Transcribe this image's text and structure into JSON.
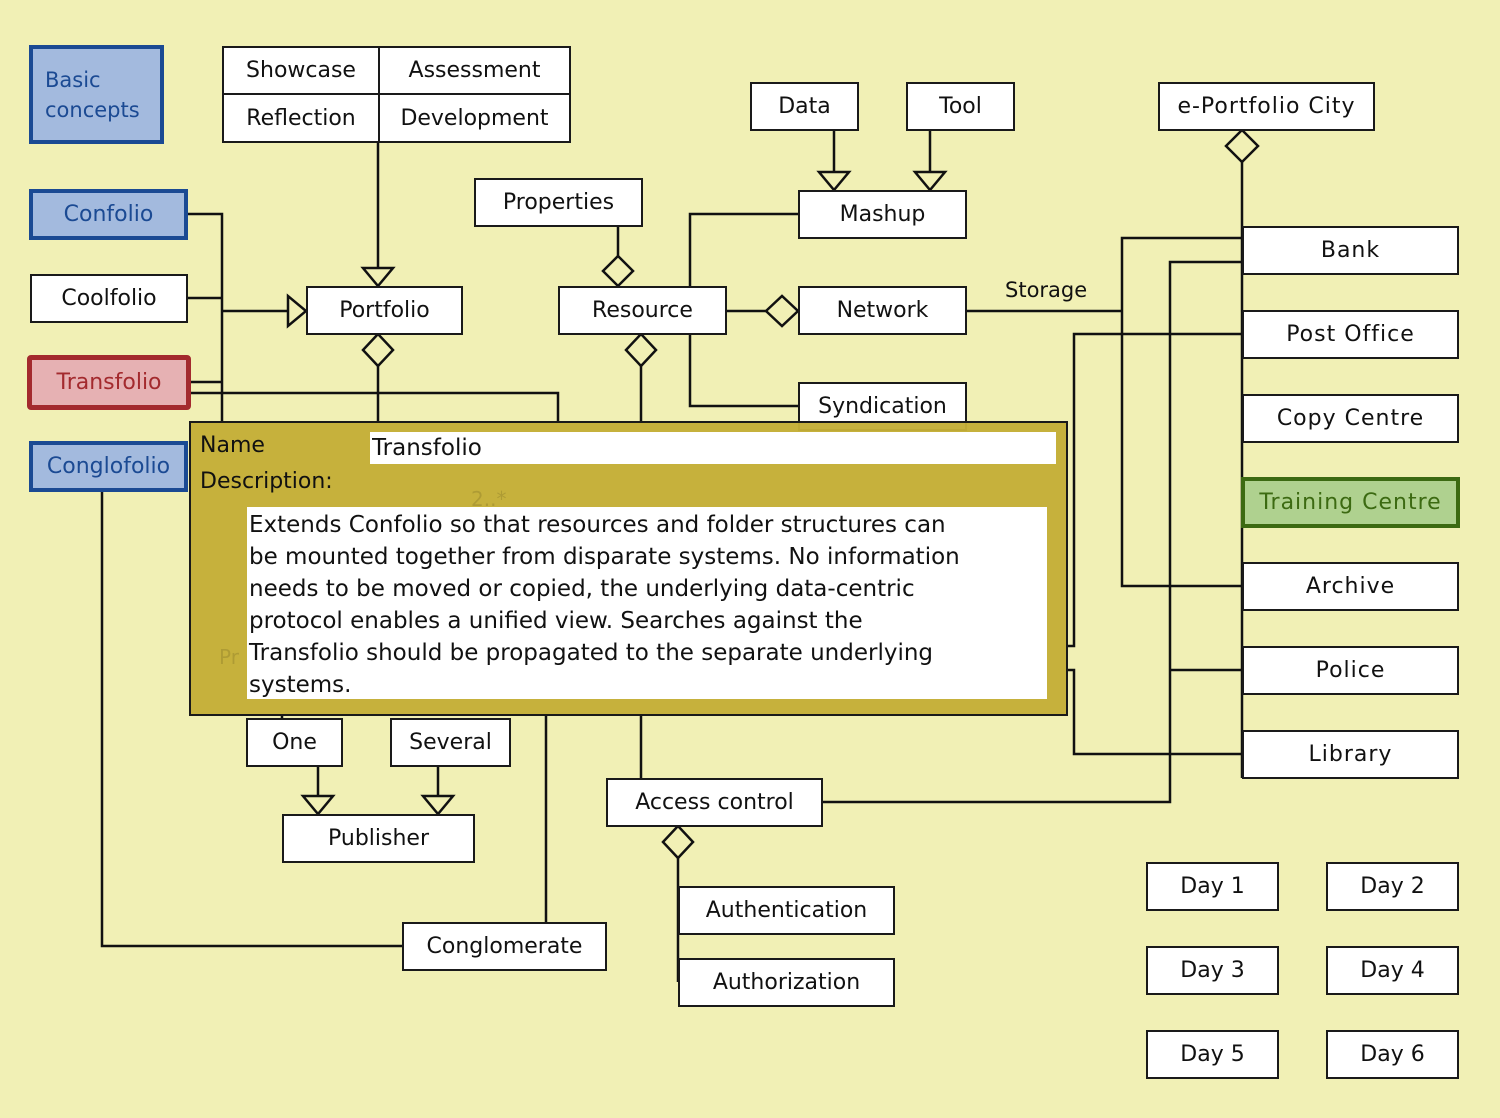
{
  "diagram": {
    "legend": {
      "basic_concepts": "Basic\nconcepts",
      "confolio": "Confolio",
      "coolfolio": "Coolfolio",
      "transfolio": "Transfolio",
      "conglofolio": "Conglofolio"
    },
    "purposes": {
      "showcase": "Showcase",
      "assessment": "Assessment",
      "reflection": "Reflection",
      "development": "Development"
    },
    "core": {
      "portfolio": "Portfolio",
      "properties": "Properties",
      "resource": "Resource",
      "data": "Data",
      "tool": "Tool",
      "mashup": "Mashup",
      "network": "Network",
      "syndication": "Syndication",
      "storage_label": "Storage"
    },
    "publishing": {
      "one": "One",
      "several": "Several",
      "publisher": "Publisher",
      "conglomerate": "Conglomerate",
      "access_control": "Access control",
      "authentication": "Authentication",
      "authorization": "Authorization",
      "ghost_multiplicity": "2..*",
      "ghost_pr": "Pr"
    },
    "city": {
      "title": "e-Portfolio City",
      "buildings": [
        "Bank",
        "Post Office",
        "Copy Centre",
        "Training Centre",
        "Archive",
        "Police",
        "Library"
      ]
    },
    "days": [
      "Day 1",
      "Day 2",
      "Day 3",
      "Day 4",
      "Day 5",
      "Day 6"
    ]
  },
  "popup": {
    "name_label": "Name",
    "name_value": "Transfolio",
    "description_label": "Description:",
    "description_value": "Extends Confolio so that resources and folder structures can\nbe mounted together from disparate systems. No information\nneeds to be moved or copied, the underlying data-centric\nprotocol enables a unified view. Searches against the\nTransfolio should be propagated to the separate underlying\nsystems."
  },
  "colors": {
    "background": "#f1f0b5",
    "concept_blue": "#1b4a93",
    "concept_blue_fill": "#a3bade",
    "selected_red": "#a32a2e",
    "selected_red_fill": "#e6b1b3",
    "highlight_green": "#3c6a12",
    "highlight_green_fill": "#afd18f",
    "popup_fill": "#c4ae38"
  }
}
